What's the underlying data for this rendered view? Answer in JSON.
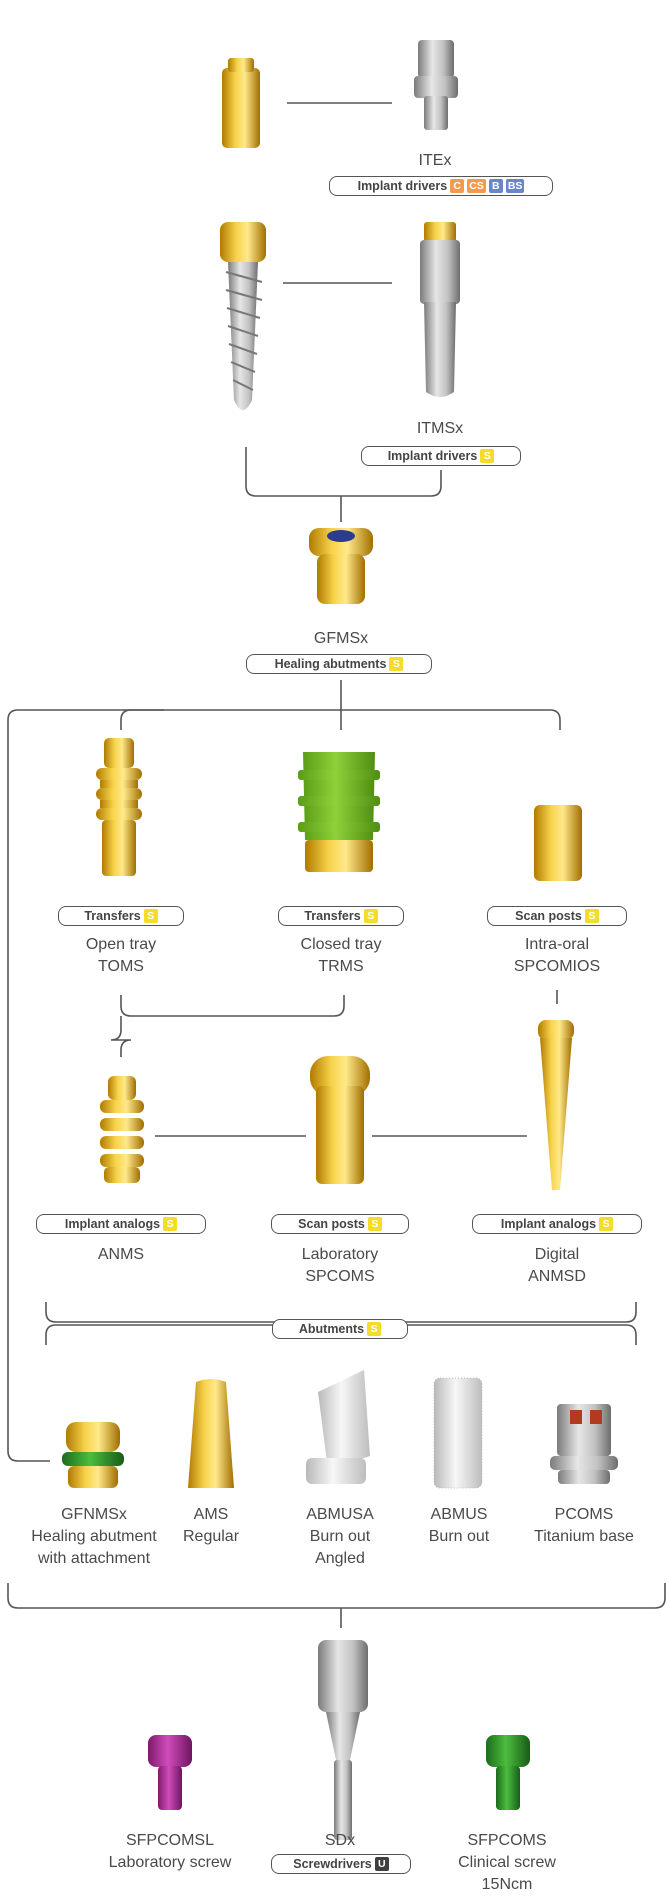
{
  "colors": {
    "S": "#f3dc2a",
    "C": "#f39a4d",
    "CS": "#f39a4d",
    "B": "#6a86c9",
    "BS": "#6a86c9",
    "U": "#3f3f3f",
    "line": "#555555"
  },
  "nodes": {
    "itex": {
      "name": "ITEx",
      "pill": "Implant drivers",
      "tags": [
        "C",
        "CS",
        "B",
        "BS"
      ]
    },
    "itmsx": {
      "name": "ITMSx",
      "pill": "Implant drivers",
      "tags": [
        "S"
      ]
    },
    "gfmsx": {
      "name": "GFMSx",
      "pill": "Healing abutments",
      "tags": [
        "S"
      ]
    },
    "toms": {
      "pill": "Transfers",
      "tags": [
        "S"
      ],
      "line1": "Open tray",
      "line2": "TOMS"
    },
    "trms": {
      "pill": "Transfers",
      "tags": [
        "S"
      ],
      "line1": "Closed tray",
      "line2": "TRMS"
    },
    "spcomios": {
      "pill": "Scan posts",
      "tags": [
        "S"
      ],
      "line1": "Intra-oral",
      "line2": "SPCOMIOS"
    },
    "anms": {
      "pill": "Implant analogs",
      "tags": [
        "S"
      ],
      "line1": "ANMS"
    },
    "spcoms": {
      "pill": "Scan posts",
      "tags": [
        "S"
      ],
      "line1": "Laboratory",
      "line2": "SPCOMS"
    },
    "anmsd": {
      "pill": "Implant analogs",
      "tags": [
        "S"
      ],
      "line1": "Digital",
      "line2": "ANMSD"
    },
    "abutments": {
      "pill": "Abutments",
      "tags": [
        "S"
      ]
    },
    "gfnmsx": {
      "line1": "GFNMSx",
      "line2": "Healing abutment",
      "line3": "with attachment"
    },
    "ams": {
      "line1": "AMS",
      "line2": "Regular"
    },
    "abmusa": {
      "line1": "ABMUSA",
      "line2": "Burn out",
      "line3": "Angled"
    },
    "abmus": {
      "line1": "ABMUS",
      "line2": "Burn out"
    },
    "pcoms": {
      "line1": "PCOMS",
      "line2": "Titanium base"
    },
    "sfpcomsl": {
      "line1": "SFPCOMSL",
      "line2": "Laboratory screw"
    },
    "sdx": {
      "name": "SDx",
      "pill": "Screwdrivers",
      "tags": [
        "U"
      ]
    },
    "sfpcoms": {
      "line1": "SFPCOMS",
      "line2": "Clinical screw",
      "line3": "15Ncm"
    }
  }
}
